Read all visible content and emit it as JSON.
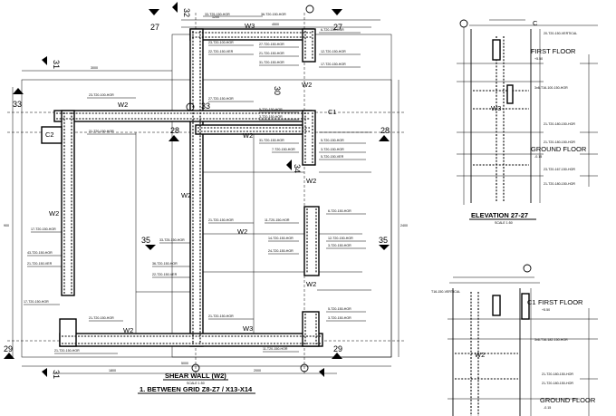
{
  "titles": {
    "plan_title": "SHEAR WALL  (W2)",
    "plan_scale": "SCALE 1:50",
    "plan_subtitle": "1. BETWEEN GRID Z8-Z7  / X13-X14",
    "elev1_title": "ELEVATION 27-27",
    "elev1_scale": "SCALE 1:50"
  },
  "grid_markers": {
    "m27_left": "27",
    "m27_right": "27",
    "m28_left": "28",
    "m28_right": "28",
    "m29_left": "29",
    "m29_right": "29",
    "m31_top": "31",
    "m31_bottom": "31",
    "m32": "32",
    "m33_left": "33",
    "m33_mid": "33",
    "m34": "34",
    "m35_left": "35",
    "m35_right": "35"
  },
  "plan_labels": {
    "w3_top": "W3",
    "w3_bottom": "W3",
    "w2_a": "W2",
    "w2_b": "W2",
    "w2_c": "W2",
    "w2_d": "W2",
    "w2_e": "W2",
    "w2_f": "W2",
    "w2_g": "W2",
    "w2_h": "W2",
    "c1": "C1",
    "c2": "C2"
  },
  "elevation1": {
    "first_floor": "FIRST FLOOR",
    "first_floor_lvl": "+5.50",
    "ground_floor": "GROUND FLOOR",
    "ground_floor_lvl": "-0.15",
    "w3": "W3",
    "c": "C"
  },
  "elevation2": {
    "first_floor": "FIRST FLOOR",
    "first_floor_lvl": "+5.50",
    "ground_floor": "GROUND FLOOR",
    "ground_floor_lvl": "-0.15",
    "w2": "W2",
    "c1": "C1"
  },
  "rebar_notes": {
    "n1": "33-T25-150-HOR",
    "n2": "36-T20-150-HOR",
    "n3": "23-T20-100-HOR",
    "n4": "22-T20-150-VER",
    "n5": "27-T20-150-HOR",
    "n6": "21-T20-150-HOR",
    "n7": "31-T20-150-HOR",
    "n8": "6-T20-150-HOR",
    "n9": "12-T20-150-HOR",
    "n10": "17-T20-150-HOR",
    "n11": "43-T20-150-HOR",
    "n12": "5-T20-150-HOR",
    "n13": "3-T20-150-HOR",
    "n14": "7-T20-150-HOR",
    "n15": "5-T20-150-VER",
    "n16": "21-T20-150-VER",
    "n17": "11-T20-150-HOR",
    "n18": "14-T20-150-HOR",
    "n19": "24-T20-150-HOR",
    "n20": "3-T20-150-HOR",
    "e1": "20-T20-150-VERTICAL",
    "e2": "3x6-T16-100-150-HOR",
    "e3": "21-T20-180-150-HOR",
    "e4": "23-T20-167-150-HOR",
    "e5": "21-T20-180-150-HOR",
    "e6": "T16-150-VERTICAL",
    "e7": "3x6-T16-182-150-HOR",
    "e8": "21-T20-180-150-HOR",
    "e9": "21-T20-180-150-HOR"
  },
  "dims": {
    "d1": "2000",
    "d2": "1800",
    "d3": "3000",
    "d4": "4500",
    "d5": "1200",
    "d6": "900",
    "d7": "2400",
    "d8": "5000"
  }
}
